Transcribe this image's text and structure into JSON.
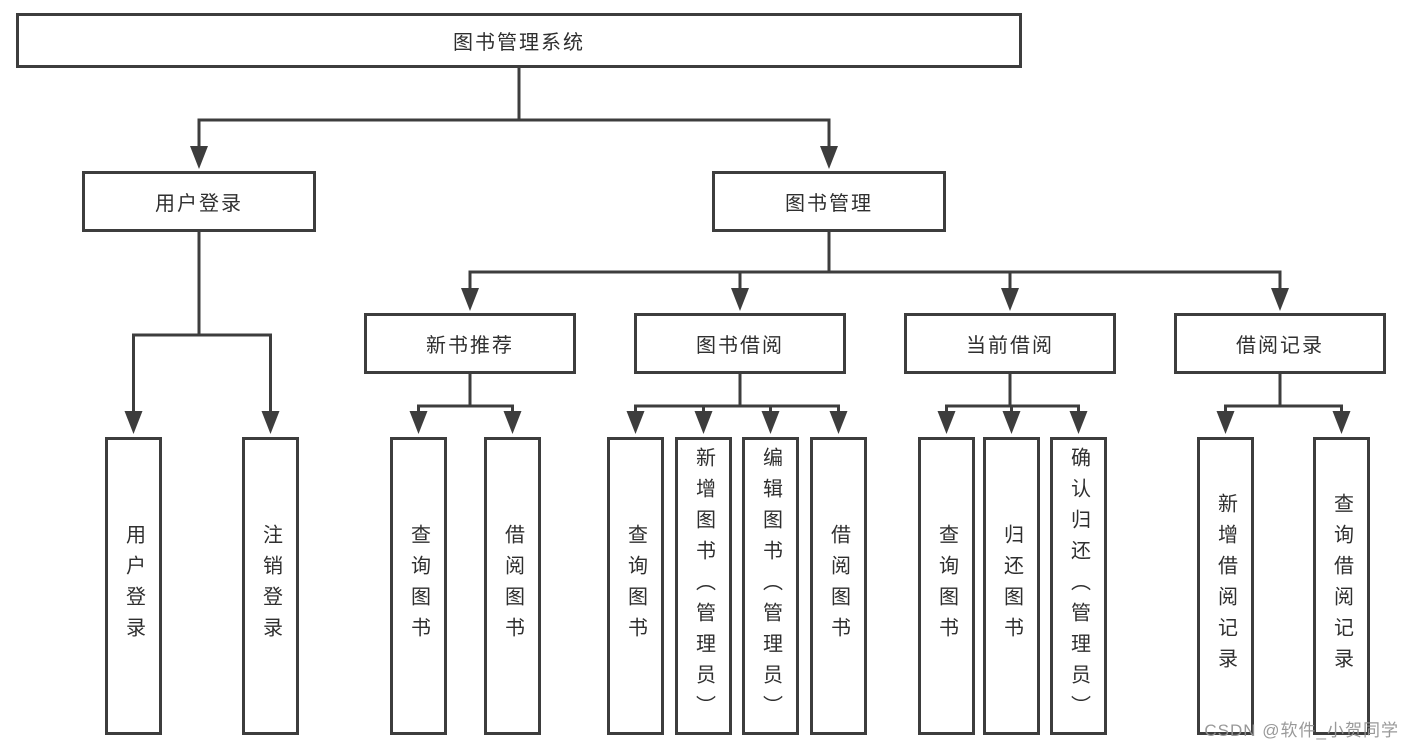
{
  "tree": {
    "label": "图书管理系统",
    "children": [
      {
        "label": "用户登录",
        "children": [
          {
            "label": "用户登录"
          },
          {
            "label": "注销登录"
          }
        ]
      },
      {
        "label": "图书管理",
        "children": [
          {
            "label": "新书推荐",
            "children": [
              {
                "label": "查询图书"
              },
              {
                "label": "借阅图书"
              }
            ]
          },
          {
            "label": "图书借阅",
            "children": [
              {
                "label": "查询图书"
              },
              {
                "label": "新增图书（管理员）"
              },
              {
                "label": "编辑图书（管理员）"
              },
              {
                "label": "借阅图书"
              }
            ]
          },
          {
            "label": "当前借阅",
            "children": [
              {
                "label": "查询图书"
              },
              {
                "label": "归还图书"
              },
              {
                "label": "确认归还（管理员）"
              }
            ]
          },
          {
            "label": "借阅记录",
            "children": [
              {
                "label": "新增借阅记录"
              },
              {
                "label": "查询借阅记录"
              }
            ]
          }
        ]
      }
    ]
  },
  "colors": {
    "line": "#3d3d3d",
    "box_border": "#3d3d3d",
    "text": "#2f2f2f",
    "background": "#ffffff",
    "watermark": "#949494"
  },
  "watermark": {
    "text": "CSDN @软件_小贺同学"
  }
}
